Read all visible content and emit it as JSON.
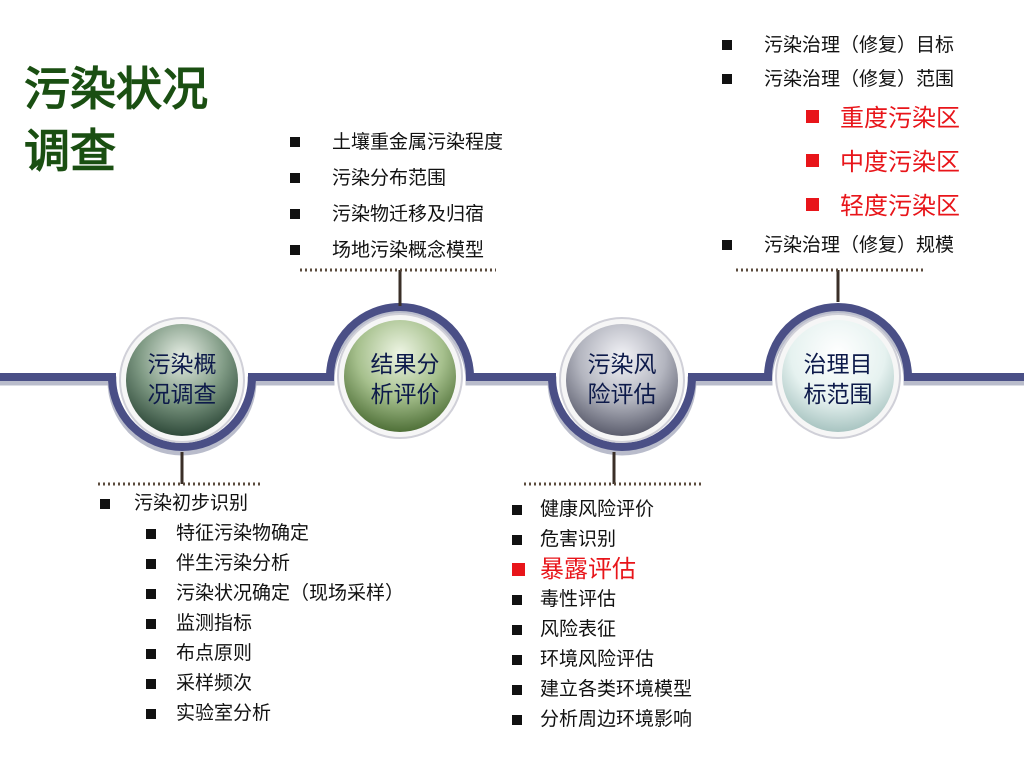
{
  "title": {
    "line1": "污染状况",
    "line2": "调查"
  },
  "nodes": [
    {
      "line1": "污染概",
      "line2": "况调查"
    },
    {
      "line1": "结果分",
      "line2": "析评价"
    },
    {
      "line1": "污染风",
      "line2": "险评估"
    },
    {
      "line1": "治理目",
      "line2": "标范围"
    }
  ],
  "analysis_list": [
    "土壤重金属污染程度",
    "污染分布范围",
    "污染物迁移及归宿",
    "场地污染概念模型"
  ],
  "remediation_list": {
    "items_top": [
      "污染治理（修复）目标",
      "污染治理（修复）范围"
    ],
    "zones": [
      "重度污染区",
      "中度污染区",
      "轻度污染区"
    ],
    "items_bottom": [
      "污染治理（修复）规模"
    ]
  },
  "survey_list": {
    "main": "污染初步识别",
    "subs": [
      "特征污染物确定",
      "伴生污染分析",
      " 污染状况确定（现场采样）",
      "监测指标",
      "布点原则",
      "采样频次",
      "实验室分析"
    ]
  },
  "risk_list": {
    "items_top": [
      "健康风险评价",
      "危害识别"
    ],
    "highlight": "暴露评估",
    "items_bottom": [
      "毒性评估",
      "风险表征",
      "环境风险评估",
      "建立各类环境模型",
      "分析周边环境影响"
    ]
  },
  "colors": {
    "title": "#1a4f12",
    "highlight": "#e8151a",
    "track": "#4a4f86",
    "node_text": "#0d1a4a"
  }
}
